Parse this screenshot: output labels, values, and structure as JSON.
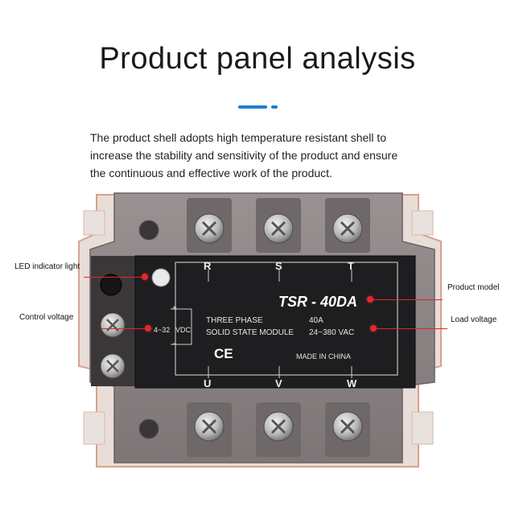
{
  "header": {
    "title": "Product panel analysis",
    "intro_lines": [
      "The product shell adopts high temperature resistant shell to",
      "increase the stability and sensitivity of the product and ensure",
      "the continuous and effective work of the product."
    ]
  },
  "callouts": {
    "led": "LED indicator light",
    "control": "Control voltage",
    "model": "Product model",
    "load": "Load voltage"
  },
  "device": {
    "terminals_top": [
      "R",
      "S",
      "T"
    ],
    "terminals_bottom": [
      "U",
      "V",
      "W"
    ],
    "model": "TSR - 40DA",
    "line1_left": "THREE PHASE",
    "line1_right": "40A",
    "line2_left": "SOLID STATE MODULE",
    "line2_right": "24~380 VAC",
    "ce_mark": "CE",
    "made_in": "MADE IN CHINA",
    "control_range": "4~32",
    "control_unit": "VDC",
    "control_plus": "+",
    "control_minus": "-"
  },
  "colors": {
    "callout_red": "#e3282d",
    "accent_blue": "#1f7fd1",
    "body_grey": "#8a8384",
    "panel_dark": "#1e1e21"
  }
}
